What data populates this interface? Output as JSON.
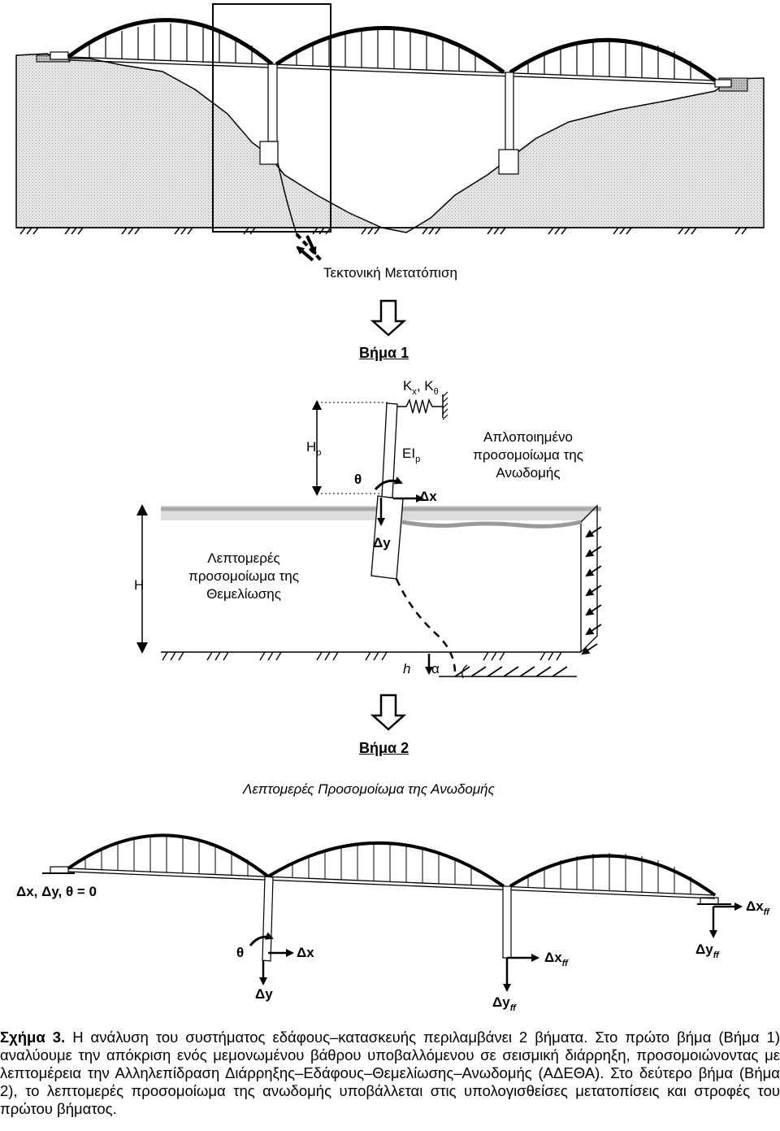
{
  "top": {
    "fault_label": "Τεκτονική Μετατόπιση"
  },
  "step1": {
    "title": "Βήμα 1",
    "spring_label_K": "K",
    "spring_sub_x": "x",
    "spring_sep": ", K",
    "spring_sub_theta": "θ",
    "Hp_label": "H",
    "Hp_sub": "p",
    "EIp_label": "EI",
    "EIp_sub": "p",
    "theta_label": "θ",
    "dx_label": "Δx",
    "dy_label": "Δy",
    "H_label": "H",
    "h_label": "h",
    "alpha_label": "α",
    "superstructure_note": [
      "Απλοποιημένο",
      "προσομοίωμα της",
      "Ανωδομής"
    ],
    "foundation_note": [
      "Λεπτομερές",
      "προσομοίωμα της",
      "Θεμελίωσης"
    ]
  },
  "step2": {
    "title": "Βήμα 2",
    "subtitle": "Λεπτομερές Προσομοίωμα της Ανωδομής",
    "fixed_left": "Δx, Δy, θ = 0",
    "dx_ff_right": "Δx",
    "dx_ff_right_sub": "ff",
    "theta": "θ",
    "dx_pier1": "Δx",
    "dy_pier1": "Δy",
    "dx_ff_pier2": "Δx",
    "dx_ff_pier2_sub": "ff",
    "dy_ff_pier2": "Δy",
    "dy_ff_pier2_sub": "ff",
    "dy_ff_right": "Δy",
    "dy_ff_right_sub": "ff"
  },
  "caption": {
    "label": "Σχήμα 3.",
    "text": " Η ανάλυση του συστήματος εδάφους–κατασκευής περιλαμβάνει 2 βήματα. Στο πρώτο βήμα (Βήμα 1) αναλύουμε την απόκριση ενός μεμονωμένου βάθρου υποβαλλόμενου σε σεισμική διάρρηξη, προσομοιώνοντας με λεπτομέρεια την Αλληλεπίδραση Διάρρηξης–Εδάφους–Θεμελίωσης–Ανωδομής (ΑΔΕΘΑ). Στο δεύτερο βήμα (Βήμα 2), το λεπτομερές προσομοίωμα της ανωδομής υποβάλλεται στις υπολογισθείσες μετατοπίσεις και στροφές του πρώτου βήματος."
  }
}
